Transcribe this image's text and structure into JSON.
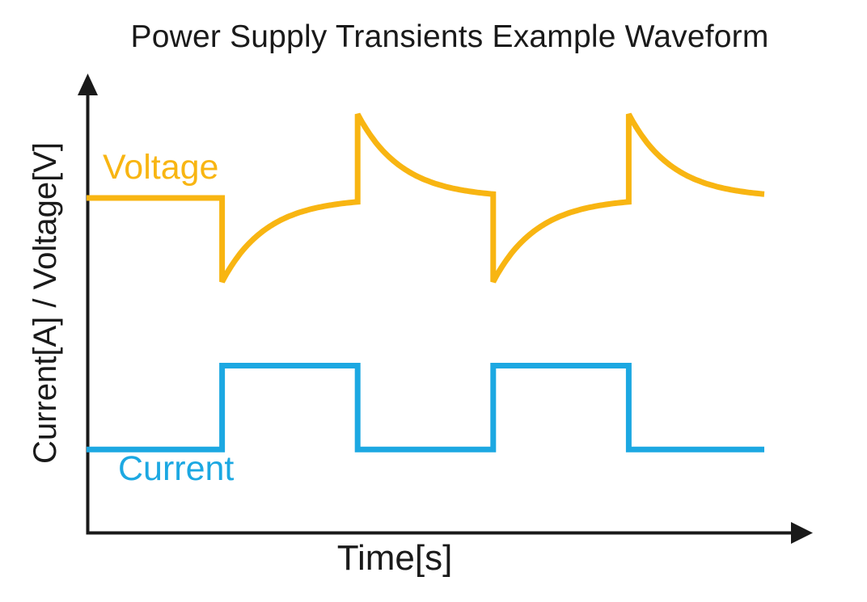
{
  "chart_data": {
    "type": "line",
    "title": "Power Supply Transients Example Waveform",
    "xlabel": "Time[s]",
    "ylabel": "Current[A] / Voltage[V]",
    "background_color": "#FFFFFF",
    "axis_color": "#1A1A1A",
    "text_color": "#1A1A1A",
    "grid": false,
    "tick_labels": [],
    "legend_position": "inline-labels-on-plot",
    "x_range": [
      0,
      10
    ],
    "y_range": [
      0,
      1.36
    ],
    "series": [
      {
        "label": "Voltage",
        "color": "#F8B512",
        "waveform": "psu-transient",
        "nominal_level": 1.0,
        "droop_min": 0.75,
        "overshoot_max": 1.25,
        "recovery_tau": 0.65,
        "events": [
          {
            "t": 2,
            "type": "droop"
          },
          {
            "t": 4,
            "type": "overshoot"
          },
          {
            "t": 6,
            "type": "droop"
          },
          {
            "t": 8,
            "type": "overshoot"
          }
        ]
      },
      {
        "label": "Current",
        "color": "#1CA8E2",
        "waveform": "square",
        "low_level": 0.25,
        "high_level": 0.5,
        "start_level": "low",
        "toggle_times": [
          2,
          4,
          6,
          8
        ]
      }
    ]
  }
}
